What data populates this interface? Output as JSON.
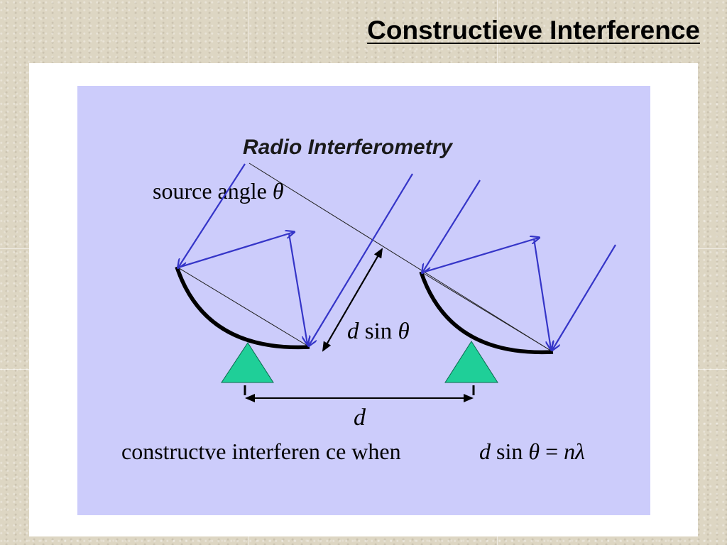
{
  "slide": {
    "title": "Constructieve Interference"
  },
  "diagram": {
    "heading": "Radio Interferometry",
    "source_angle_label": "source angle ",
    "theta": "θ",
    "d_label": "d",
    "sin_label": " sin ",
    "constructive_text": "constructve  interferen ce when",
    "equals": " = ",
    "n_label": "n",
    "lambda": "λ"
  },
  "colors": {
    "background": "#ddd6c3",
    "panel": "#ccccfb",
    "rays": "#3535c8",
    "antenna_base": "#1fcf98",
    "dish": "#000000"
  }
}
